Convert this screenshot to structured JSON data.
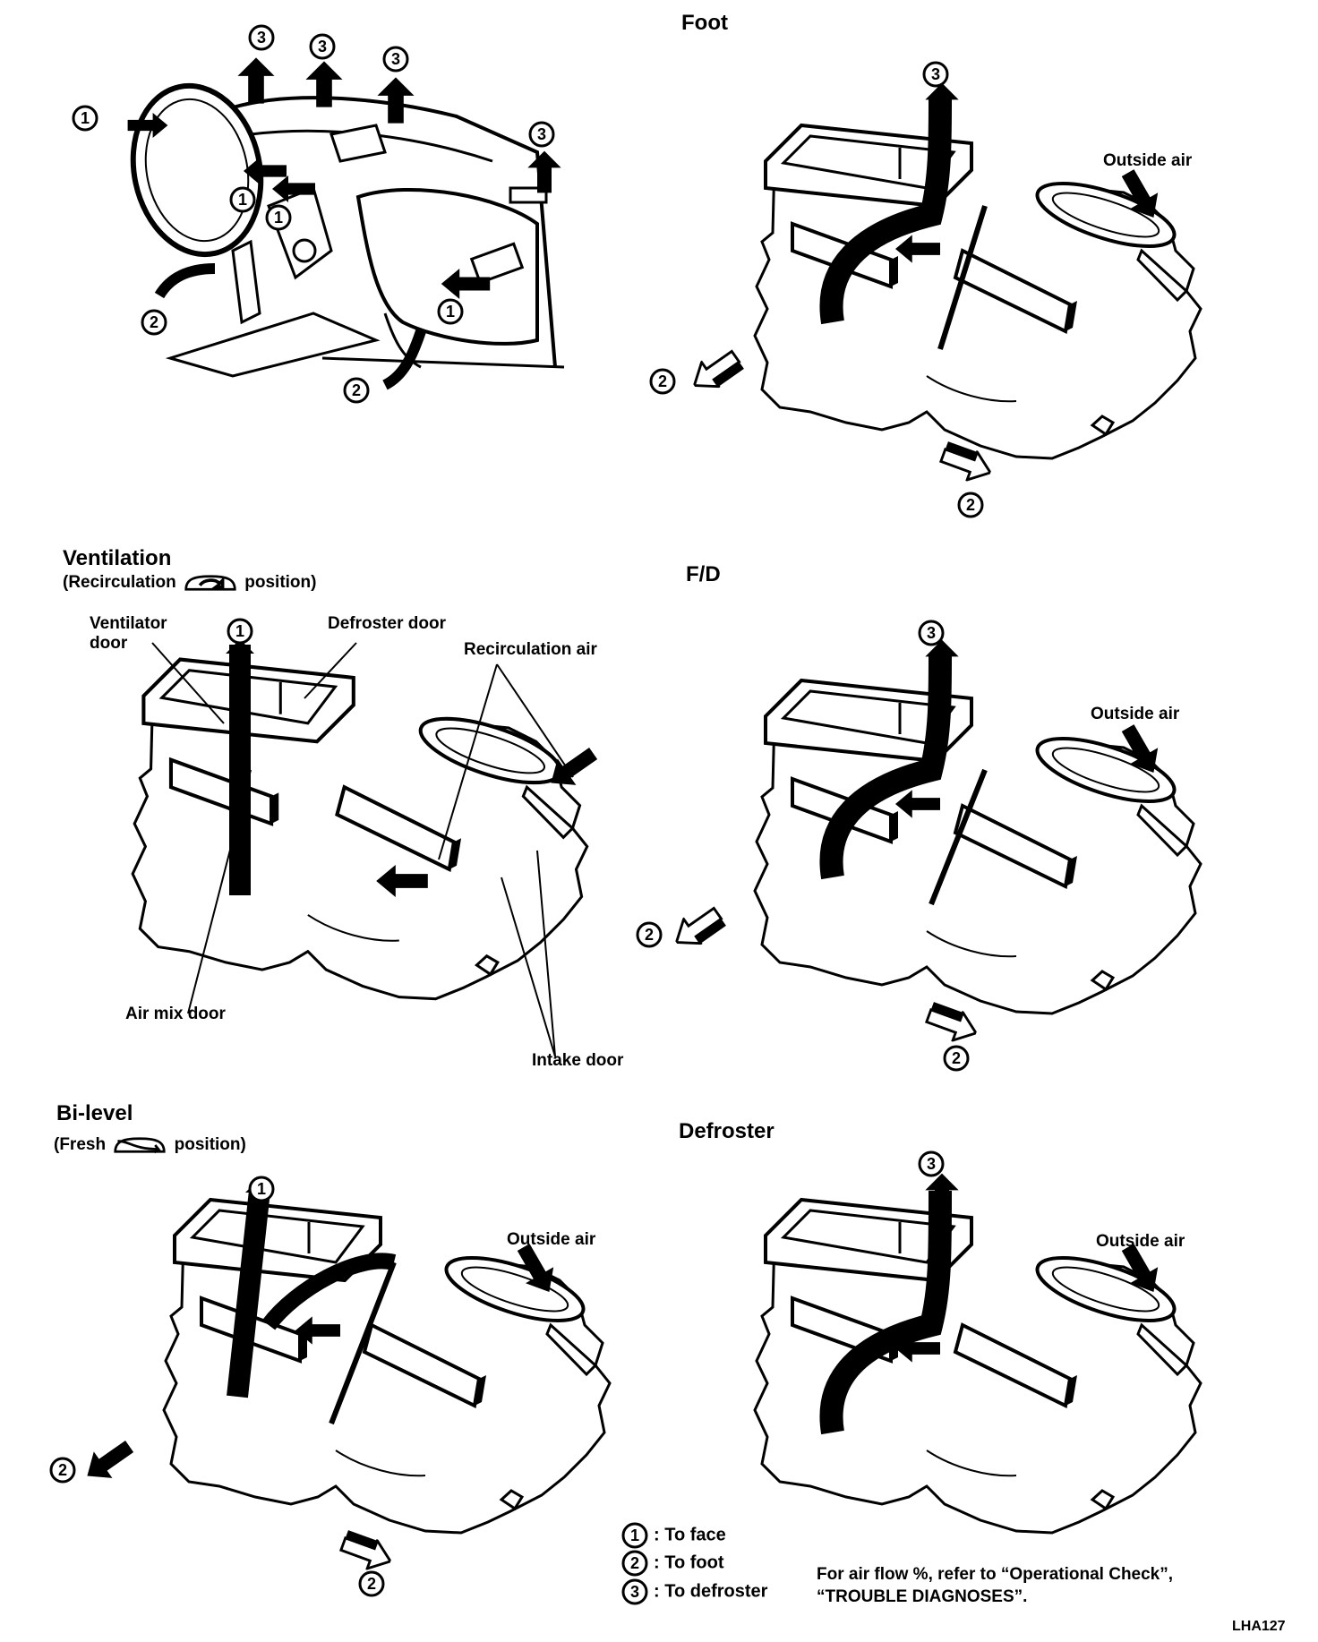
{
  "panels": {
    "foot": {
      "title": "Foot",
      "outside_air": "Outside air"
    },
    "ventilation": {
      "title": "Ventilation",
      "subtitle_pre": "(Recirculation",
      "subtitle_post": "position)",
      "ventilator_door": "Ventilator\ndoor",
      "defroster_door": "Defroster door",
      "recirculation_air": "Recirculation air",
      "air_mix_door": "Air mix door",
      "intake_door": "Intake door"
    },
    "fd": {
      "title": "F/D",
      "outside_air": "Outside air"
    },
    "bilevel": {
      "title": "Bi-level",
      "subtitle_pre": "(Fresh",
      "subtitle_post": "position)",
      "outside_air": "Outside air"
    },
    "defroster": {
      "title": "Defroster",
      "outside_air": "Outside air"
    }
  },
  "markers": {
    "face": "1",
    "foot": "2",
    "defroster": "3"
  },
  "legend": [
    {
      "marker": "1",
      "text": ": To face"
    },
    {
      "marker": "2",
      "text": ": To foot"
    },
    {
      "marker": "3",
      "text": ": To defroster"
    }
  ],
  "note": "For air flow %, refer to “Operational Check”,\n“TROUBLE DIAGNOSES”.",
  "figure_code": "LHA127"
}
